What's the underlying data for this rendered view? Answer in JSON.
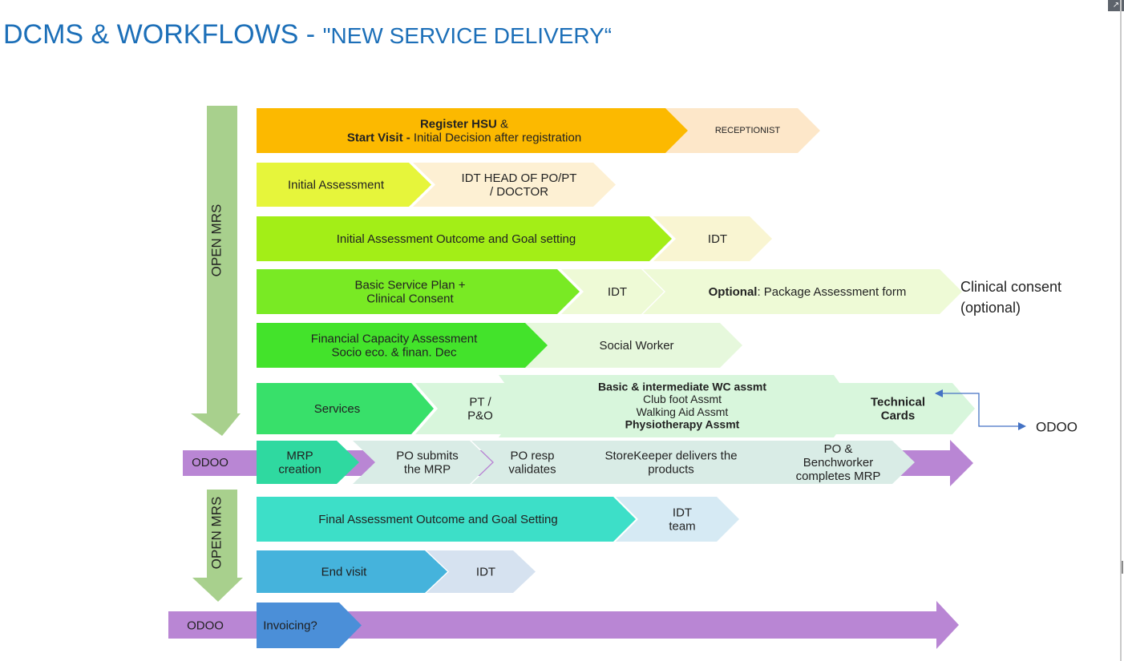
{
  "page": {
    "title_main": "DCMS & WORKFLOWS - ",
    "title_sub": "\"NEW SERVICE DELIVERY“"
  },
  "labels": {
    "open_mrs_top": "OPEN MRS",
    "open_mrs_bottom": "OPEN MRS",
    "odoo_right": "ODOO"
  },
  "colors": {
    "title_blue": "#1c6fb8",
    "row1": "#fcb900",
    "row2": "#e6f53b",
    "row3": "#a3ee17",
    "row4": "#79ea24",
    "row5": "#43e32b",
    "row6": "#38e06a",
    "row7": "#2fd9a0",
    "row8": "#3ddfc8",
    "row9": "#45b3dc",
    "row10": "#4b8fd8",
    "odoo_purple": "#b986d4",
    "open_mrs_green": "#a8d08d",
    "connector_blue": "#4472c4"
  },
  "rows": [
    {
      "main": [
        "[b]Register HSU[/b] &",
        "[b]Start Visit -[/b] Initial Decision after registration"
      ],
      "tags": [
        [
          "RECEPTIONIST"
        ]
      ]
    },
    {
      "main": [
        "Initial Assessment"
      ],
      "tags": [
        [
          "IDT HEAD OF PO/PT",
          "/ DOCTOR"
        ]
      ]
    },
    {
      "main": [
        "Initial Assessment Outcome and Goal setting"
      ],
      "tags": [
        [
          "IDT"
        ]
      ]
    },
    {
      "main": [
        "Basic Service Plan +",
        "Clinical Consent"
      ],
      "tags": [
        [
          "IDT"
        ],
        [
          "[b]Optional[/b]: Package Assessment form"
        ]
      ]
    },
    {
      "main": [
        "Financial Capacity Assessment",
        "Socio eco. & finan. Dec"
      ],
      "tags": [
        [
          "Social Worker"
        ]
      ]
    },
    {
      "main": [
        "Services"
      ],
      "tags": [
        [
          "PT /",
          "P&O"
        ],
        [
          "[b]Basic & intermediate WC assmt[/b]",
          "Club foot Assmt",
          "Walking Aid Assmt",
          "[b]Physiotherapy Assmt[/b]"
        ],
        [
          "[b]Technical[/b]",
          "[b]Cards[/b]"
        ]
      ]
    },
    {
      "odoo": "ODOO",
      "main": [
        "MRP",
        "creation"
      ],
      "tags": [
        [
          "PO submits",
          "the MRP"
        ],
        [
          "PO resp",
          "validates"
        ],
        [
          "StoreKeeper delivers the",
          "products"
        ],
        [
          "PO &",
          "Benchworker",
          "completes MRP"
        ]
      ]
    },
    {
      "main": [
        "Final Assessment Outcome and Goal Setting"
      ],
      "tags": [
        [
          "IDT",
          "team"
        ]
      ]
    },
    {
      "main": [
        "End visit"
      ],
      "tags": [
        [
          "IDT"
        ]
      ]
    },
    {
      "odoo": "ODOO",
      "main": [
        "Invoicing?"
      ],
      "tags": []
    }
  ],
  "side_notes": [
    [
      "Clinical consent",
      "(optional)"
    ]
  ]
}
